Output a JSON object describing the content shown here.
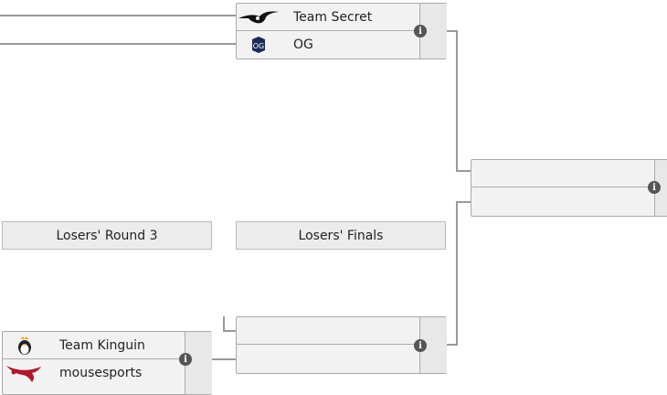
{
  "headers": {
    "losers_round_3": "Losers' Round 3",
    "losers_finals": "Losers' Finals"
  },
  "matches": {
    "upper": {
      "team1": "Team Secret",
      "team2": "OG"
    },
    "grand": {
      "team1": "",
      "team2": ""
    },
    "losers_final": {
      "team1": "",
      "team2": ""
    },
    "losers_r3": {
      "team1": "Team Kinguin",
      "team2": "mousesports"
    }
  },
  "icons": {
    "info": "info-icon"
  },
  "info_glyph": "i"
}
